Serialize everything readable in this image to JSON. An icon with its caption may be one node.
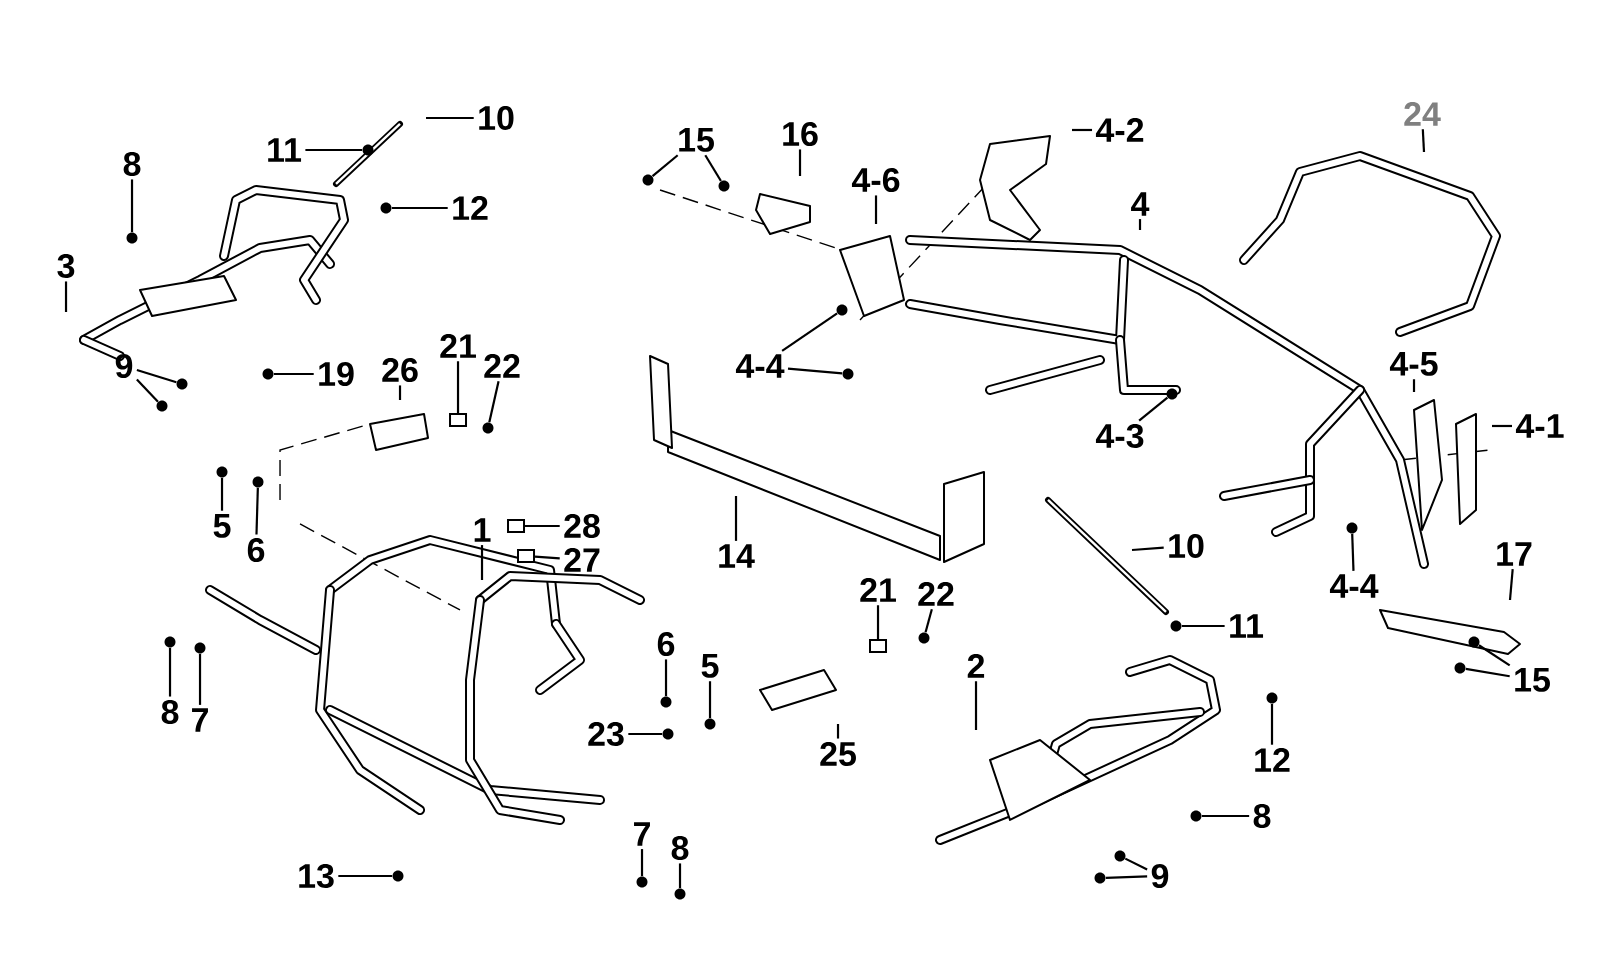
{
  "diagram": {
    "nodes": [
      {
        "text": [
          "10"
        ]
      },
      {
        "text": [
          "11"
        ]
      },
      {
        "text": [
          "12"
        ]
      },
      {
        "text": [
          "8"
        ]
      },
      {
        "text": [
          "15"
        ]
      },
      {
        "text": [
          "16"
        ]
      },
      {
        "text": [
          "4-2"
        ]
      },
      {
        "text": [
          "24"
        ]
      },
      {
        "text": [
          "4-6"
        ]
      },
      {
        "text": [
          "4"
        ]
      },
      {
        "text": [
          "3"
        ]
      },
      {
        "text": [
          "9"
        ]
      },
      {
        "text": [
          "19"
        ]
      },
      {
        "text": [
          "26"
        ]
      },
      {
        "text": [
          "21"
        ]
      },
      {
        "text": [
          "22"
        ]
      },
      {
        "text": [
          "4-4"
        ]
      },
      {
        "text": [
          "4-3"
        ]
      },
      {
        "text": [
          "4-5"
        ]
      },
      {
        "text": [
          "4-1"
        ]
      },
      {
        "text": [
          "5"
        ]
      },
      {
        "text": [
          "6"
        ]
      },
      {
        "text": [
          "1"
        ]
      },
      {
        "text": [
          "28"
        ]
      },
      {
        "text": [
          "27"
        ]
      },
      {
        "text": [
          "14"
        ]
      },
      {
        "text": [
          "10"
        ]
      },
      {
        "text": [
          "4-4"
        ]
      },
      {
        "text": [
          "17"
        ]
      },
      {
        "text": [
          "21"
        ]
      },
      {
        "text": [
          "22"
        ]
      },
      {
        "text": [
          "11"
        ]
      },
      {
        "text": [
          "6"
        ]
      },
      {
        "text": [
          "5"
        ]
      },
      {
        "text": [
          "2"
        ]
      },
      {
        "text": [
          "15"
        ]
      },
      {
        "text": [
          "8"
        ]
      },
      {
        "text": [
          "7"
        ]
      },
      {
        "text": [
          "23"
        ]
      },
      {
        "text": [
          "25"
        ]
      },
      {
        "text": [
          "12"
        ]
      },
      {
        "text": [
          "8"
        ]
      },
      {
        "text": [
          "7"
        ]
      },
      {
        "text": [
          "8"
        ]
      },
      {
        "text": [
          "9"
        ]
      },
      {
        "text": [
          "13"
        ]
      },
      {
        "text": [],
        "shape": "circle"
      },
      {
        "text": [],
        "shape": "circle"
      },
      {
        "text": [],
        "shape": "circle"
      },
      {
        "text": [],
        "shape": "circle"
      },
      {
        "text": [],
        "shape": "circle"
      },
      {
        "text": [],
        "shape": "circle"
      },
      {
        "text": [],
        "shape": "circle"
      },
      {
        "text": [],
        "shape": "circle"
      },
      {
        "text": [],
        "shape": "box"
      },
      {
        "text": [],
        "shape": "circle"
      },
      {
        "text": [],
        "shape": "circle"
      },
      {
        "text": [],
        "shape": "circle"
      },
      {
        "text": [],
        "shape": "circle"
      },
      {
        "text": [],
        "shape": "circle"
      },
      {
        "text": [],
        "shape": "circle"
      },
      {
        "text": [],
        "shape": "box"
      },
      {
        "text": [],
        "shape": "box"
      },
      {
        "text": [],
        "shape": "circle"
      },
      {
        "text": [],
        "shape": "box"
      },
      {
        "text": [],
        "shape": "circle"
      },
      {
        "text": [],
        "shape": "circle"
      },
      {
        "text": [],
        "shape": "circle"
      },
      {
        "text": [],
        "shape": "circle"
      },
      {
        "text": [],
        "shape": "circle"
      },
      {
        "text": [],
        "shape": "circle"
      },
      {
        "text": [],
        "shape": "circle"
      },
      {
        "text": [],
        "shape": "circle"
      },
      {
        "text": [],
        "shape": "circle"
      },
      {
        "text": [],
        "shape": "circle"
      },
      {
        "text": [],
        "shape": "circle"
      },
      {
        "text": [],
        "shape": "circle"
      },
      {
        "text": [],
        "shape": "circle"
      },
      {
        "text": [],
        "shape": "circle"
      },
      {
        "text": [],
        "shape": "circle"
      },
      {
        "text": [],
        "shape": "circle"
      }
    ],
    "edges": [
      {
        "from": 0,
        "to": null,
        "arrow": "none"
      },
      {
        "from": 1,
        "to": 46,
        "arrow": "none"
      },
      {
        "from": 2,
        "to": 47,
        "arrow": "none"
      },
      {
        "from": 3,
        "to": 48,
        "arrow": "none"
      },
      {
        "from": 4,
        "to": 49,
        "arrow": "none"
      },
      {
        "from": 4,
        "to": 50,
        "arrow": "none"
      },
      {
        "from": 5,
        "to": null,
        "arrow": "none"
      },
      {
        "from": 6,
        "to": null,
        "arrow": "none"
      },
      {
        "from": 7,
        "to": null,
        "arrow": "none"
      },
      {
        "from": 8,
        "to": null,
        "arrow": "none"
      },
      {
        "from": 9,
        "to": null,
        "arrow": "none"
      },
      {
        "from": 10,
        "to": null,
        "arrow": "none"
      },
      {
        "from": 11,
        "to": 51,
        "arrow": "none"
      },
      {
        "from": 11,
        "to": 52,
        "arrow": "none"
      },
      {
        "from": 12,
        "to": 53,
        "arrow": "none"
      },
      {
        "from": 13,
        "to": null,
        "arrow": "none"
      },
      {
        "from": 14,
        "to": 54,
        "arrow": "none"
      },
      {
        "from": 15,
        "to": 55,
        "arrow": "none"
      },
      {
        "from": 16,
        "to": 56,
        "arrow": "none"
      },
      {
        "from": 16,
        "to": 57,
        "arrow": "none"
      },
      {
        "from": 17,
        "to": 58,
        "arrow": "none"
      },
      {
        "from": 18,
        "to": null,
        "arrow": "none"
      },
      {
        "from": 19,
        "to": null,
        "arrow": "none"
      },
      {
        "from": 20,
        "to": 59,
        "arrow": "none"
      },
      {
        "from": 21,
        "to": 60,
        "arrow": "none"
      },
      {
        "from": 22,
        "to": null,
        "arrow": "none"
      },
      {
        "from": 23,
        "to": 61,
        "arrow": "none"
      },
      {
        "from": 24,
        "to": 62,
        "arrow": "none"
      },
      {
        "from": 25,
        "to": null,
        "arrow": "none"
      },
      {
        "from": 26,
        "to": null,
        "arrow": "none"
      },
      {
        "from": 27,
        "to": 63,
        "arrow": "none"
      },
      {
        "from": 28,
        "to": null,
        "arrow": "none"
      },
      {
        "from": 29,
        "to": 64,
        "arrow": "none"
      },
      {
        "from": 30,
        "to": 65,
        "arrow": "none"
      },
      {
        "from": 31,
        "to": 66,
        "arrow": "none"
      },
      {
        "from": 32,
        "to": 67,
        "arrow": "none"
      },
      {
        "from": 33,
        "to": 68,
        "arrow": "none"
      },
      {
        "from": 34,
        "to": null,
        "arrow": "none"
      },
      {
        "from": 35,
        "to": 69,
        "arrow": "none"
      },
      {
        "from": 35,
        "to": 70,
        "arrow": "none"
      },
      {
        "from": 36,
        "to": 71,
        "arrow": "none"
      },
      {
        "from": 37,
        "to": 72,
        "arrow": "none"
      },
      {
        "from": 38,
        "to": 73,
        "arrow": "none"
      },
      {
        "from": 39,
        "to": null,
        "arrow": "none"
      },
      {
        "from": 40,
        "to": 74,
        "arrow": "none"
      },
      {
        "from": 41,
        "to": 75,
        "arrow": "none"
      },
      {
        "from": 42,
        "to": 76,
        "arrow": "none"
      },
      {
        "from": 43,
        "to": 77,
        "arrow": "none"
      },
      {
        "from": 44,
        "to": 78,
        "arrow": "none"
      },
      {
        "from": 44,
        "to": 79,
        "arrow": "none"
      },
      {
        "from": 45,
        "to": 80,
        "arrow": "none"
      }
    ]
  }
}
